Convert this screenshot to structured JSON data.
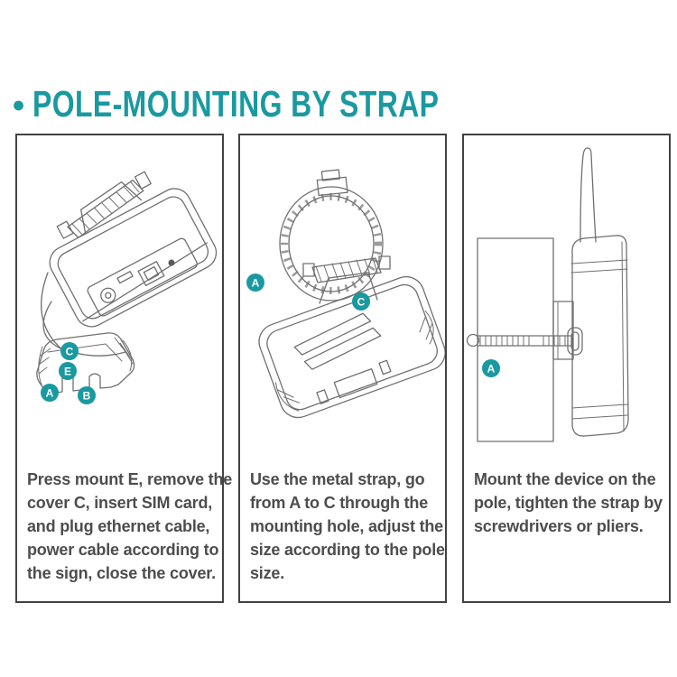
{
  "title": {
    "bullet_icon": "●",
    "text": "POLE-MOUNTING BY STRAP"
  },
  "colors": {
    "accent_teal": "#1A99A0",
    "caption_gray": "#4D4D4D",
    "line_art_gray": "#707070",
    "panel_border_gray": "#424242"
  },
  "panels": [
    {
      "name": "step-1-insert-sim-and-cables",
      "labels": {
        "c": "C",
        "e": "E",
        "a": "A",
        "b": "B"
      },
      "caption_lines": [
        "Press mount E, remove the",
        "cover C, insert SIM card,",
        "and plug ethernet cable,",
        "power cable according to",
        "the sign, close the cover."
      ]
    },
    {
      "name": "step-2-strap-through-mounting-hole",
      "labels": {
        "a": "A",
        "c": "C"
      },
      "caption_lines": [
        "Use the metal strap, go",
        "from A to C through the",
        "mounting hole, adjust the",
        "size according to the pole",
        "size."
      ]
    },
    {
      "name": "step-3-tighten-on-pole",
      "labels": {
        "a": "A"
      },
      "caption_lines": [
        "Mount the device on the",
        "pole, tighten the strap by",
        "screwdrivers or pliers."
      ]
    }
  ]
}
